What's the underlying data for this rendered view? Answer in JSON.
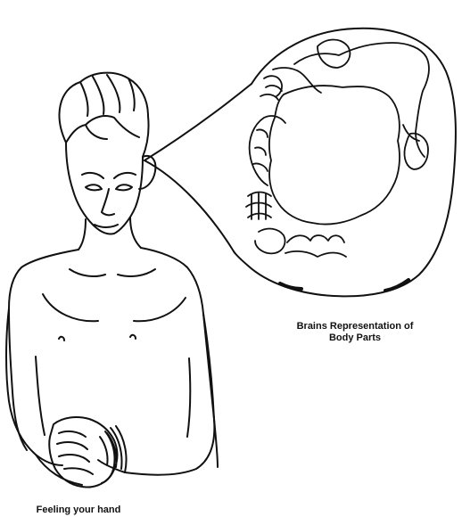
{
  "captions": {
    "brain_line1": "Brains Representation of",
    "brain_line2": "Body Parts",
    "hand": "Feeling your hand"
  },
  "colors": {
    "ink": "#111111",
    "background": "#ffffff"
  }
}
